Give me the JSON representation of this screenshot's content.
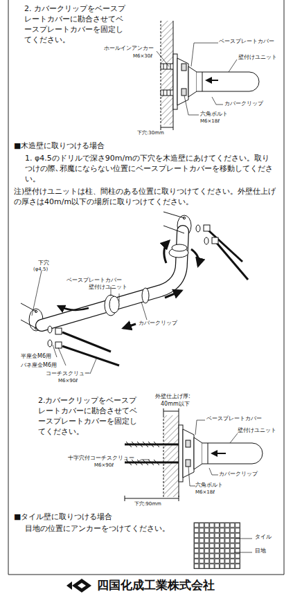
{
  "diagram": {
    "labels": [
      "2. カバークリップをベースプレートカバーに勘合させてベースプレートカバーを固定してください。",
      "ホールインアンカー",
      "M6×30ℓ",
      "ベースプレートカバー",
      "壁付けユニット",
      "カバークリップ",
      "六角ボルト",
      "M6×18ℓ",
      "下穴:30mm",
      "■木造壁に取りつける場合",
      "1. φ4.5のドリルで深さ90m/mの下穴を木造壁にあけてください。取りつけの際､邪魔にならない位置にベースプレートカバーを移動してください。",
      "注)壁付けユニットは柱、間柱のある位置に取りつけてください。外壁仕上げの厚さは40m/m以下の場所に取りつけてください。",
      "壁付けユニット",
      "下穴",
      "(φ4.5)",
      "ベースプレートカバー",
      "カバークリップ",
      "平座金M6用",
      "バネ座金M6用",
      "コーチスクリュー",
      "M6×90ℓ",
      "2.カバークリップをベースプレートカバーに勘合させてベースプレートカバーを固定してください。",
      "外壁仕上げ厚:",
      "40mm以下",
      "ベースプレートカバー",
      "壁付けユニット",
      "十字穴付コーチスクリュー",
      "M6×90ℓ",
      "カバークリップ",
      "六角ボルト",
      "M6×18ℓ",
      "下穴:90mm",
      "■タイル壁に取りつける場合",
      "目地の位置にアンカーをつけてください。",
      "タイル",
      "目地",
      "四国化成工業株式会社"
    ]
  }
}
